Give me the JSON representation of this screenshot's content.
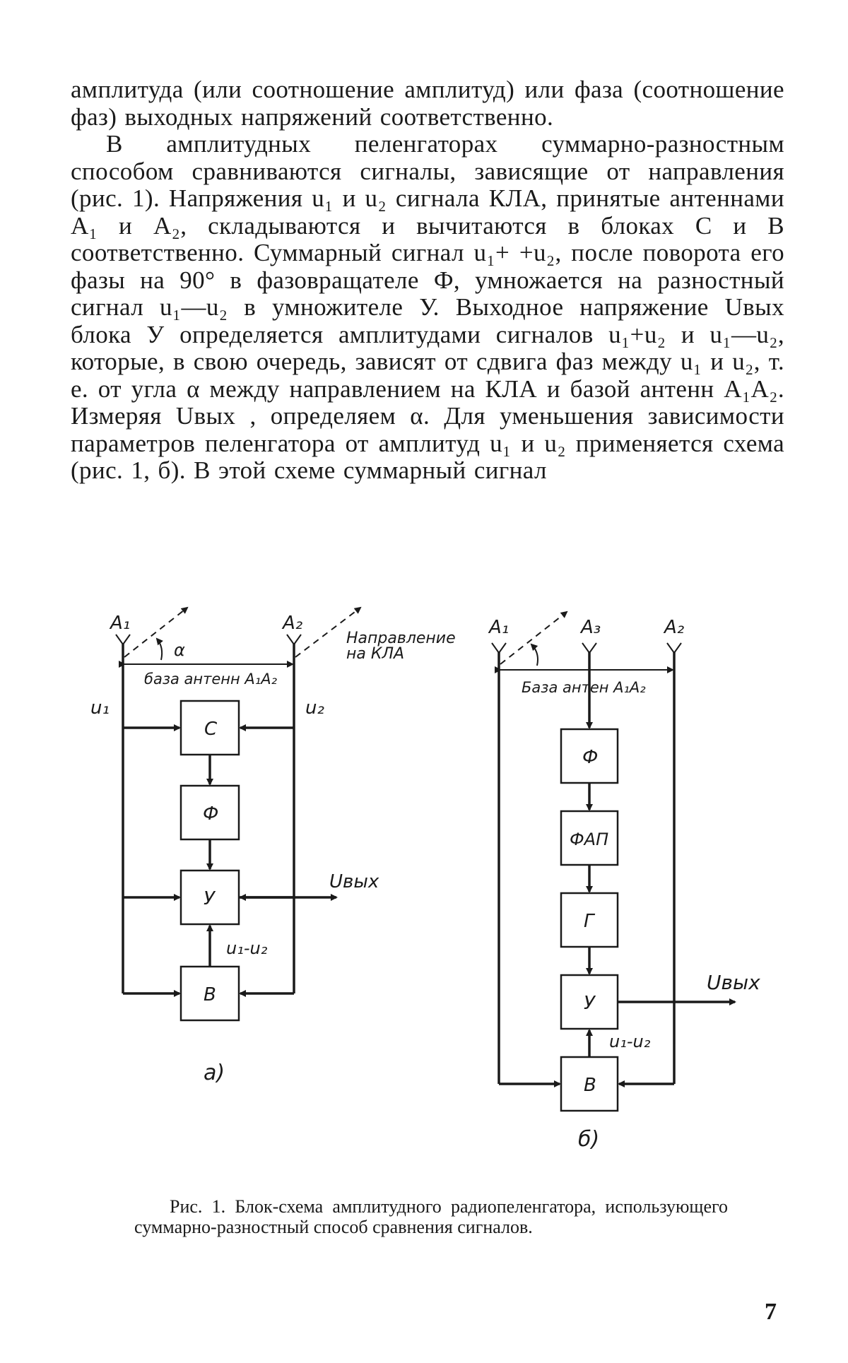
{
  "paragraphs": [
    "амплитуда (или соотношение амплитуд) или фаза (соотношение фаз) выходных напряжений соответственно.",
    "В амплитудных пеленгаторах суммарно-разностным способом сравниваются сигналы, зависящие от направления (рис. 1). Напряжения u₁ и u₂ сигнала КЛА, принятые антеннами A₁ и A₂, складываются и вычитаются в блоках С и В соответственно. Суммарный сигнал u₁+ +u₂, после поворота его фазы на 90° в фазовращателе Ф, умножается на разностный сигнал u₁—u₂ в умножителе У. Выходное напряжение Uвых блока У определяется амплитудами сигналов u₁+u₂ и u₁—u₂, которые, в свою очередь, зависят от сдвига фаз между u₁ и u₂, т. е. от угла α между направлением на КЛА и базой антенн A₁A₂. Измеряя Uвых , определяем α. Для уменьшения зависимости параметров пеленгатора от амплитуд u₁ и u₂ применяется схема (рис. 1, б). В этой схеме суммарный сигнал"
  ],
  "figure_a": {
    "antenna_1": "A₁",
    "antenna_2": "A₂",
    "angle": "α",
    "direction_label_1": "Направление",
    "direction_label_2": "на КЛА",
    "base_label": "база антенн A₁A₂",
    "u1": "u₁",
    "u2": "u₂",
    "block_sum": "С",
    "block_phase": "Ф",
    "block_mult": "У",
    "block_diff": "В",
    "output": "Uвых",
    "diff_signal": "u₁-u₂",
    "sublabel": "а)"
  },
  "figure_b": {
    "antenna_1": "A₁",
    "antenna_3": "A₃",
    "antenna_2": "A₂",
    "base_label": "База антен A₁A₂",
    "block_phase": "Ф",
    "block_pll": "ФАП",
    "block_gen": "Г",
    "block_mult": "У",
    "block_diff": "В",
    "output": "Uвых",
    "diff_signal": "u₁-u₂",
    "sublabel": "б)"
  },
  "caption": "Рис. 1. Блок-схема амплитудного радиопеленгатора, использующего суммарно-разностный способ сравнения сигналов.",
  "page_number": "7"
}
